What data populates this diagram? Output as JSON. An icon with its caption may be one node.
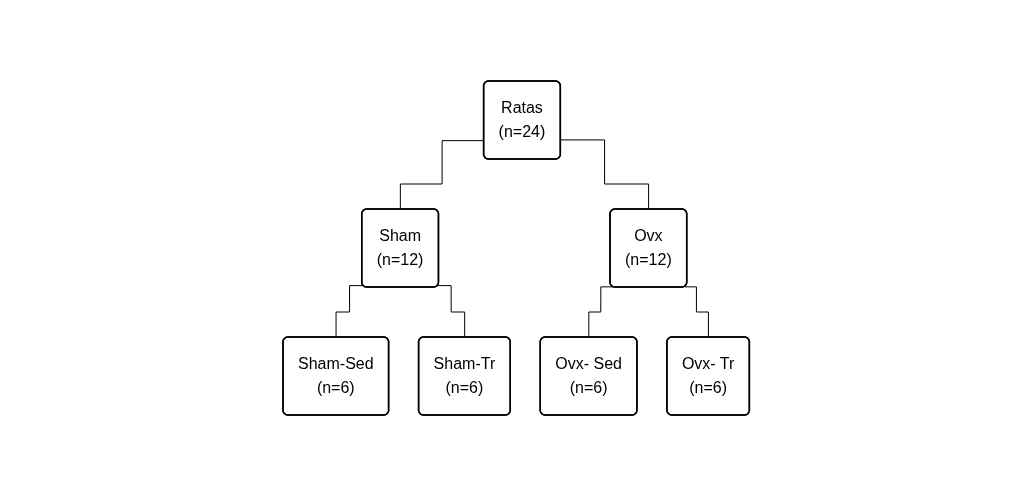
{
  "diagram": {
    "nodes": [
      {
        "text": [
          "Ratas",
          "(n=24)"
        ]
      },
      {
        "text": [
          "Sham",
          "(n=12)"
        ]
      },
      {
        "text": [
          "Ovx",
          "(n=12)"
        ]
      },
      {
        "text": [
          "Sham-Sed",
          "(n=6)"
        ]
      },
      {
        "text": [
          "Sham-Tr",
          "(n=6)"
        ]
      },
      {
        "text": [
          "Ovx- Sed",
          "(n=6)"
        ]
      },
      {
        "text": [
          "Ovx- Tr",
          "(n=6)"
        ]
      }
    ],
    "edges": [
      {
        "from": 0,
        "to": 1,
        "arrow": "none"
      },
      {
        "from": 0,
        "to": 2,
        "arrow": "none"
      },
      {
        "from": 1,
        "to": 3,
        "arrow": "none"
      },
      {
        "from": 1,
        "to": 4,
        "arrow": "none"
      },
      {
        "from": 2,
        "to": 5,
        "arrow": "none"
      },
      {
        "from": 2,
        "to": 6,
        "arrow": "none"
      }
    ]
  }
}
